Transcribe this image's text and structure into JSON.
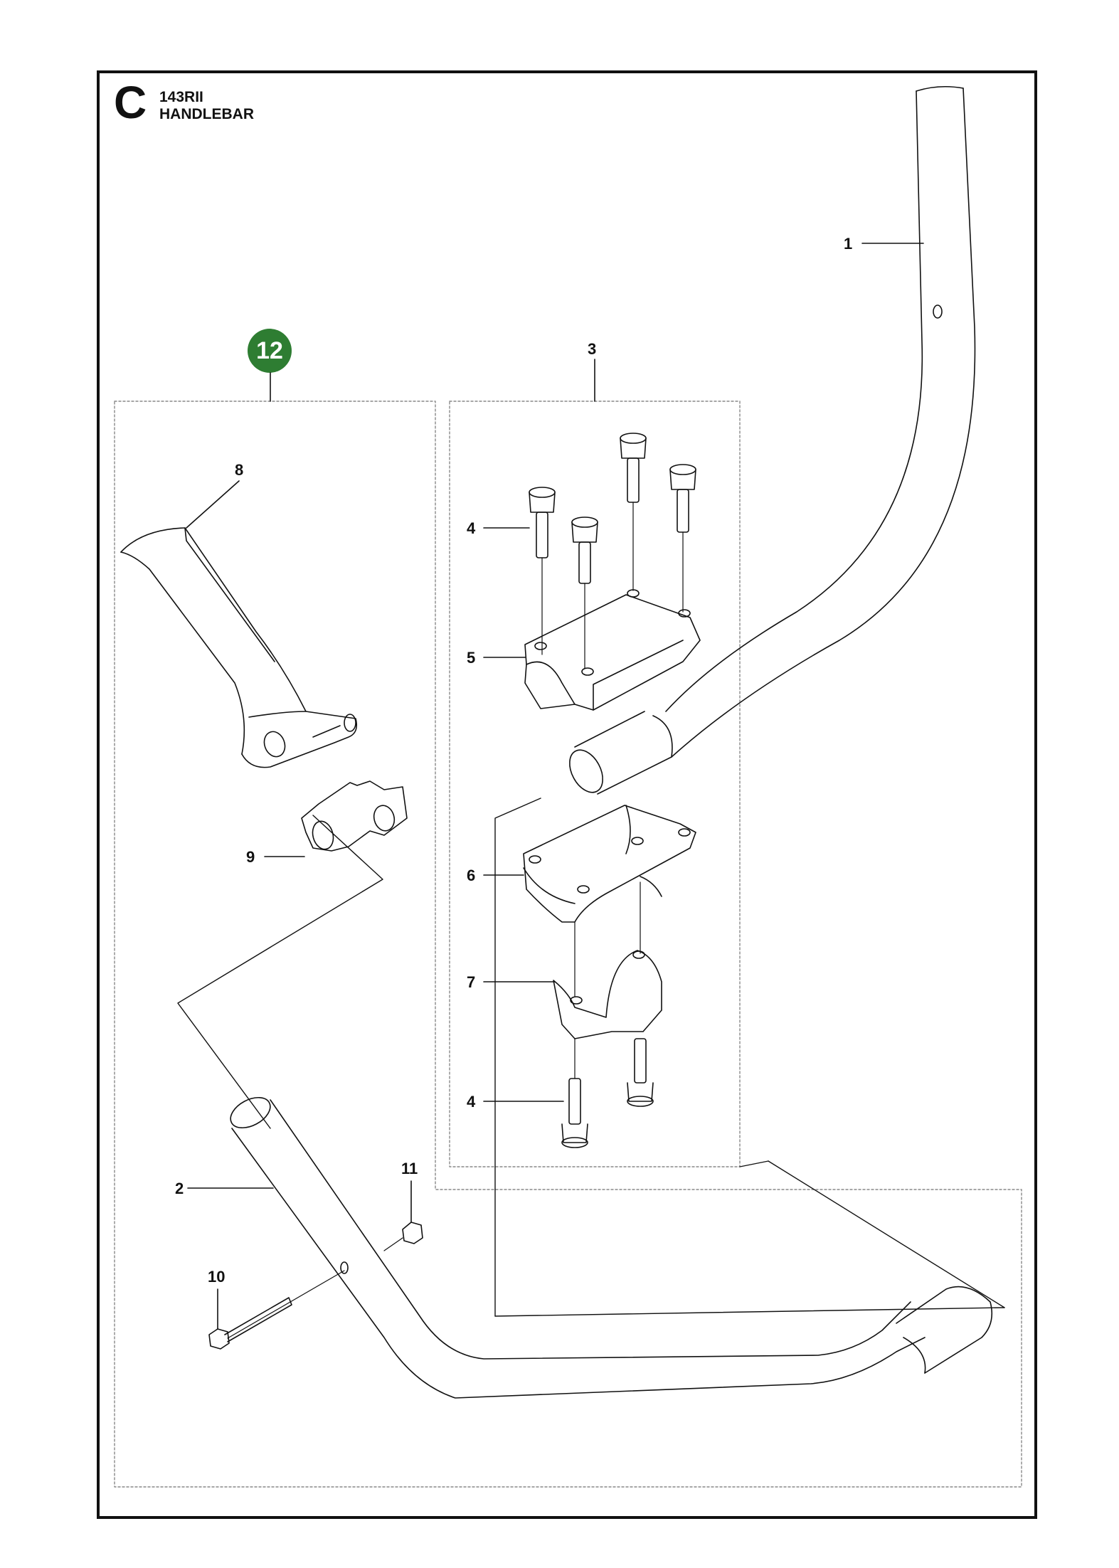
{
  "header": {
    "section": "C",
    "model": "143RII",
    "title": "HANDLEBAR"
  },
  "badge": {
    "label": "12",
    "color": "#2e7d32"
  },
  "callouts": {
    "c1": "1",
    "c2": "2",
    "c3": "3",
    "c4a": "4",
    "c4b": "4",
    "c5": "5",
    "c6": "6",
    "c7": "7",
    "c8": "8",
    "c9": "9",
    "c10": "10",
    "c11": "11"
  },
  "parts": [
    {
      "ref": "1",
      "icon": "right-handlebar-tube"
    },
    {
      "ref": "2",
      "icon": "left-handlebar-tube"
    },
    {
      "ref": "3",
      "icon": "handlebar-bracket-kit"
    },
    {
      "ref": "4",
      "icon": "screw"
    },
    {
      "ref": "5",
      "icon": "upper-clamp"
    },
    {
      "ref": "6",
      "icon": "middle-clamp"
    },
    {
      "ref": "7",
      "icon": "lower-clamp"
    },
    {
      "ref": "8",
      "icon": "grip"
    },
    {
      "ref": "9",
      "icon": "grip-bracket"
    },
    {
      "ref": "10",
      "icon": "bolt"
    },
    {
      "ref": "11",
      "icon": "nut"
    },
    {
      "ref": "12",
      "icon": "kit-badge"
    }
  ]
}
